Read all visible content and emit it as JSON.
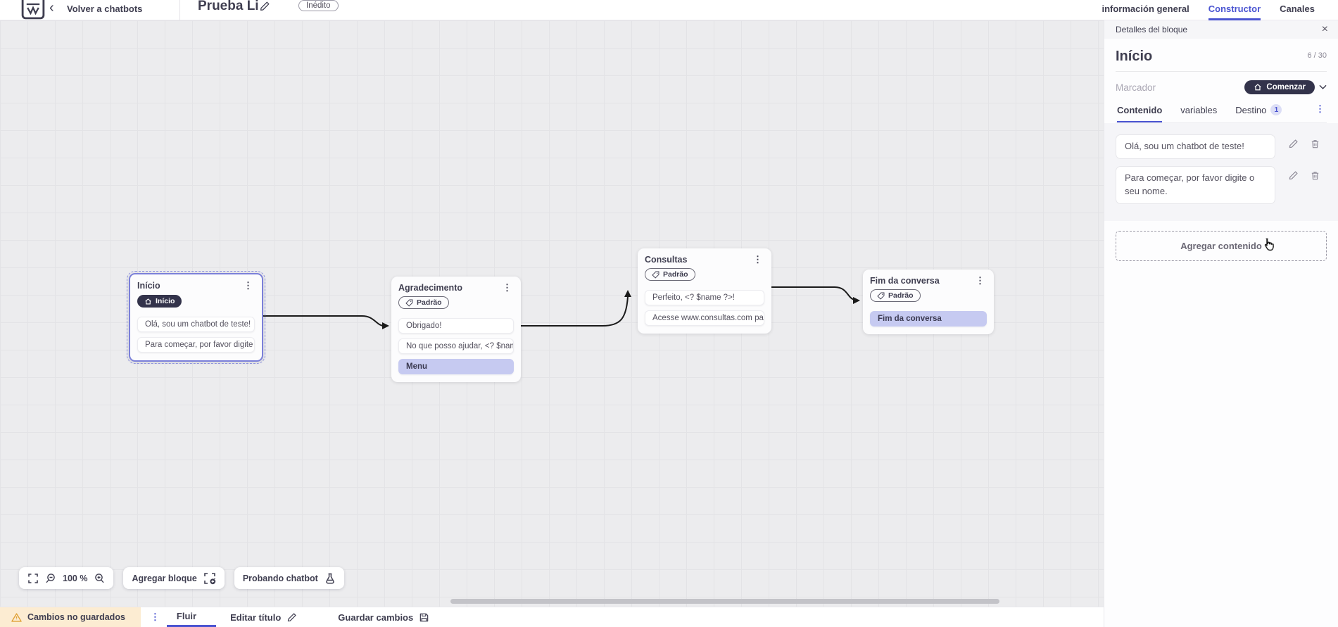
{
  "topbar": {
    "back_label": "Volver a chatbots",
    "title": "Prueba Li",
    "status_badge": "Inédito",
    "tabs": [
      {
        "label": "información general"
      },
      {
        "label": "Constructor"
      },
      {
        "label": "Canales"
      }
    ]
  },
  "canvas": {
    "nodes": [
      {
        "title": "Início",
        "badge": "Início",
        "items": [
          {
            "text": "Olá, sou um chatbot de teste!"
          },
          {
            "text": "Para começar, por favor digite o ..."
          }
        ]
      },
      {
        "title": "Agradecimento",
        "badge": "Padrão",
        "items": [
          {
            "text": "Obrigado!"
          },
          {
            "text": "No que posso ajudar, <? $name ..."
          },
          {
            "text": "Menu",
            "highlight": true
          }
        ]
      },
      {
        "title": "Consultas",
        "badge": "Padrão",
        "items": [
          {
            "text": "Perfeito, <? $name ?>!"
          },
          {
            "text": "Acesse www.consultas.com par..."
          }
        ]
      },
      {
        "title": "Fim da conversa",
        "badge": "Padrão",
        "items": [
          {
            "text": "Fim da conversa",
            "highlight": true
          }
        ]
      }
    ],
    "toolbar": {
      "zoom_level": "100 %",
      "add_block_label": "Agregar bloque",
      "test_chatbot_label": "Probando chatbot"
    }
  },
  "panel": {
    "header": "Detalles del bloque",
    "block_title": "Início",
    "char_counter": "6 / 30",
    "marker_label": "Marcador",
    "marker_value": "Comenzar",
    "tabs": [
      {
        "label": "Contenido"
      },
      {
        "label": "variables"
      },
      {
        "label": "Destino",
        "badge": "1"
      }
    ],
    "contents": [
      {
        "text": "Olá, sou um chatbot de teste!"
      },
      {
        "text": "Para começar, por favor digite o seu nome."
      }
    ],
    "add_content_label": "Agregar contenido"
  },
  "bottombar": {
    "unsaved_label": "Cambios no guardados",
    "flow_tab_label": "Fluir",
    "edit_title_label": "Editar título",
    "save_label": "Guardar cambios"
  },
  "icons": {
    "back": "‹",
    "close": "×",
    "kebab": "⋮"
  },
  "colors": {
    "accent": "#4a54d1",
    "dark_pill": "#33334b",
    "highlight_item": "#c6caf1",
    "warning_bg": "#fcecd2",
    "warning_icon": "#dfa033",
    "connection": "#1a1a1a",
    "canvas_bg": "#ececee"
  }
}
